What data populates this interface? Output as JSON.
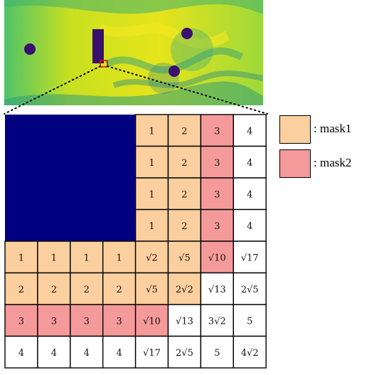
{
  "colors": {
    "obstacle": "#000080",
    "mask1": "#fbcf9e",
    "mask2": "#f59a9a",
    "plain": "#ffffff",
    "field_low": "#3b0f70",
    "field_mid": "#21918c",
    "field_high": "#fde725",
    "marker": "#e01010"
  },
  "grid": {
    "rows": [
      [
        "",
        "",
        "",
        "",
        "1",
        "2",
        "3",
        "4"
      ],
      [
        "",
        "",
        "",
        "",
        "1",
        "2",
        "3",
        "4"
      ],
      [
        "",
        "",
        "",
        "",
        "1",
        "2",
        "3",
        "4"
      ],
      [
        "",
        "",
        "",
        "",
        "1",
        "2",
        "3",
        "4"
      ],
      [
        "1",
        "1",
        "1",
        "1",
        "√2",
        "√5",
        "√10",
        "√17"
      ],
      [
        "2",
        "2",
        "2",
        "2",
        "√5",
        "2√2",
        "√13",
        "2√5"
      ],
      [
        "3",
        "3",
        "3",
        "3",
        "√10",
        "√13",
        "3√2",
        "5"
      ],
      [
        "4",
        "4",
        "4",
        "4",
        "√17",
        "2√5",
        "5",
        "4√2"
      ]
    ],
    "masks": [
      [
        "obs",
        "obs",
        "obs",
        "obs",
        "mask1",
        "mask1",
        "mask2",
        "none"
      ],
      [
        "obs",
        "obs",
        "obs",
        "obs",
        "mask1",
        "mask1",
        "mask2",
        "none"
      ],
      [
        "obs",
        "obs",
        "obs",
        "obs",
        "mask1",
        "mask1",
        "mask2",
        "none"
      ],
      [
        "obs",
        "obs",
        "obs",
        "obs",
        "mask1",
        "mask1",
        "mask2",
        "none"
      ],
      [
        "mask1",
        "mask1",
        "mask1",
        "mask1",
        "mask1",
        "mask1",
        "mask2",
        "none"
      ],
      [
        "mask1",
        "mask1",
        "mask1",
        "mask1",
        "mask1",
        "mask1",
        "none",
        "none"
      ],
      [
        "mask2",
        "mask2",
        "mask2",
        "mask2",
        "mask2",
        "none",
        "none",
        "none"
      ],
      [
        "none",
        "none",
        "none",
        "none",
        "none",
        "none",
        "none",
        "none"
      ]
    ]
  },
  "legend": {
    "mask1_label": ": mask1",
    "mask2_label": ": mask2"
  }
}
